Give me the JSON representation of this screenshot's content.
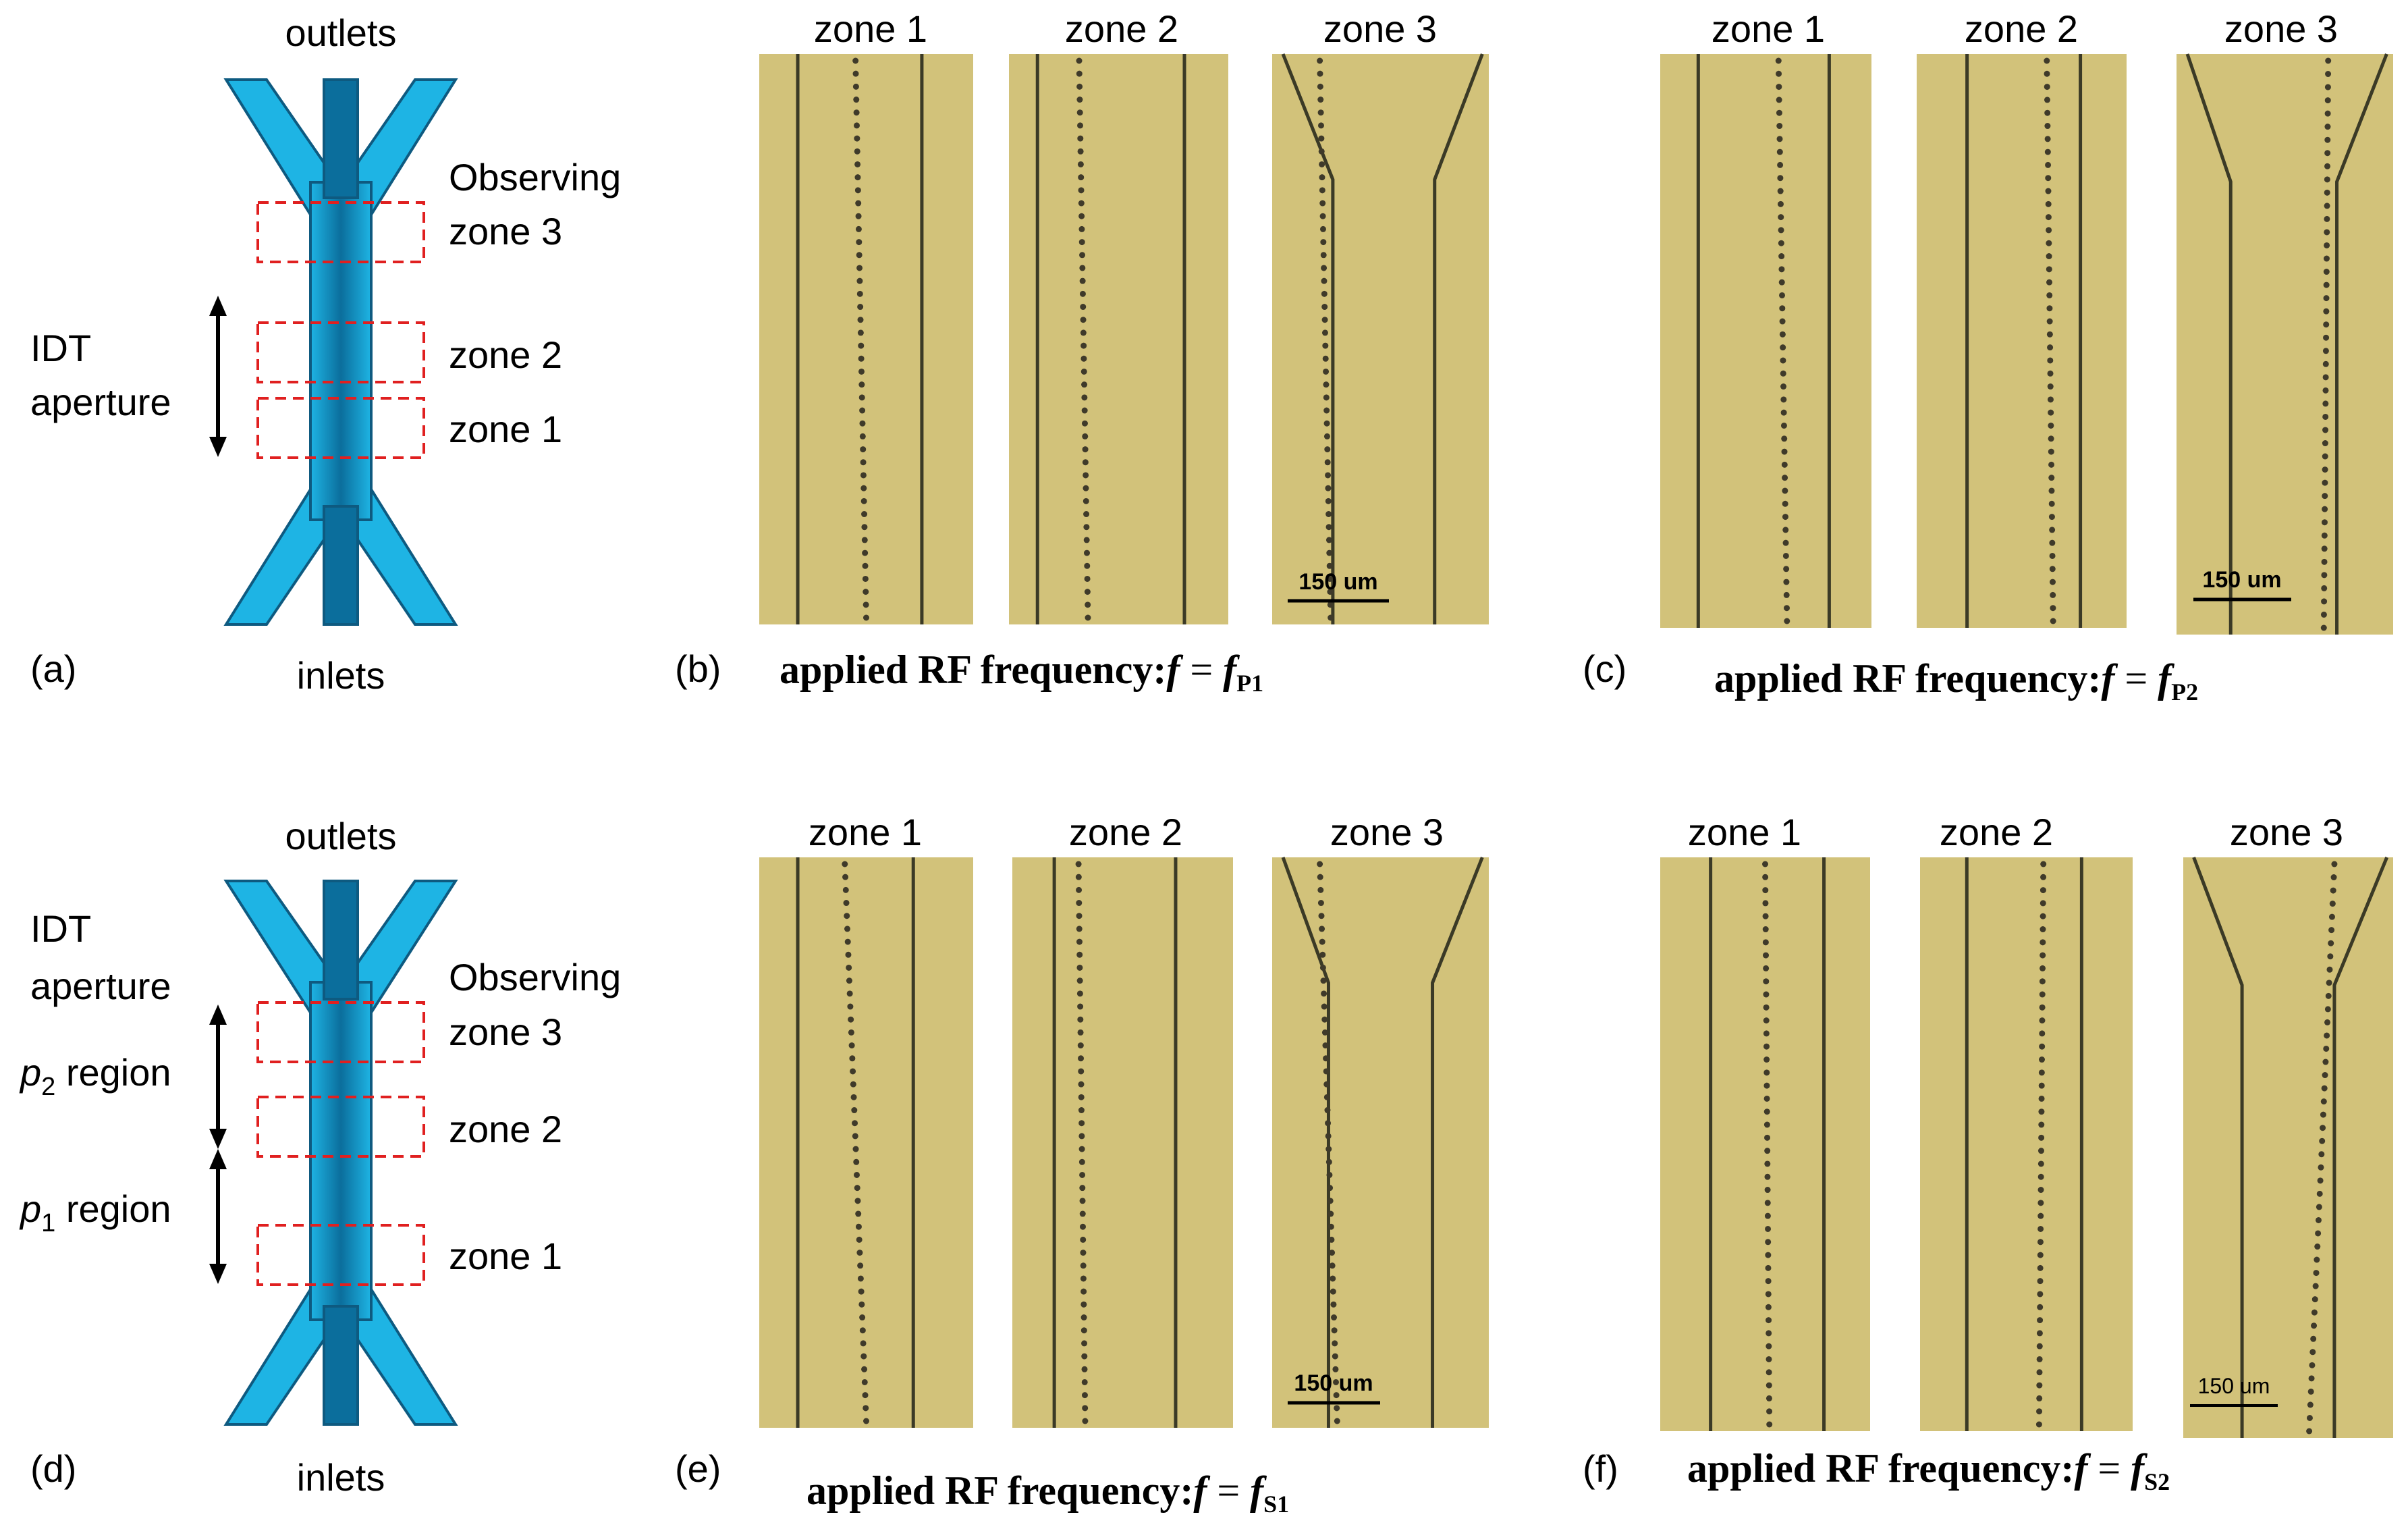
{
  "colors": {
    "channel": "#1EB4E4",
    "channel_center": "#0B6E9C",
    "zone_box": "#E02020",
    "micrograph_bg": "#D2C27A",
    "channel_wall": "#3B3A26",
    "particle": "#3F3A2A"
  },
  "panels": {
    "a": {
      "label": "(a)",
      "outlets": "outlets",
      "inlets": "inlets",
      "observing": "Observing",
      "zone3": "zone 3",
      "zone2": "zone 2",
      "zone1": "zone 1",
      "idt": "IDT",
      "aperture": "aperture"
    },
    "d": {
      "label": "(d)",
      "outlets": "outlets",
      "inlets": "inlets",
      "observing": "Observing",
      "zone3": "zone 3",
      "zone2": "zone 2",
      "zone1": "zone 1",
      "idt": "IDT",
      "aperture": "aperture",
      "p2_letter": "p",
      "p2_sub": "2",
      "p2_region": " region",
      "p1_letter": "p",
      "p1_sub": "1",
      "p1_region": " region"
    },
    "b": {
      "label": "(b)",
      "zones": [
        "zone 1",
        "zone 2",
        "zone 3"
      ],
      "scale": "150 um",
      "caption_text": "applied RF frequency:",
      "f": "f",
      "eq": " = ",
      "f2": "f",
      "sub": "P1"
    },
    "c": {
      "label": "(c)",
      "zones": [
        "zone 1",
        "zone 2",
        "zone 3"
      ],
      "scale": "150 um",
      "caption_text": "applied RF frequency:",
      "f": "f",
      "eq": " = ",
      "f2": "f",
      "sub": "P2"
    },
    "e": {
      "label": "(e)",
      "zones": [
        "zone 1",
        "zone 2",
        "zone 3"
      ],
      "scale": "150 um",
      "caption_text": "applied RF frequency:",
      "f": "f",
      "eq": " = ",
      "f2": "f",
      "sub": "S1"
    },
    "f": {
      "label": "(f)",
      "zones": [
        "zone 1",
        "zone 2",
        "zone 3"
      ],
      "scale": "150 um",
      "caption_text": "applied RF frequency:",
      "f": "f",
      "eq": " = ",
      "f2": "f",
      "sub": "S2"
    }
  }
}
